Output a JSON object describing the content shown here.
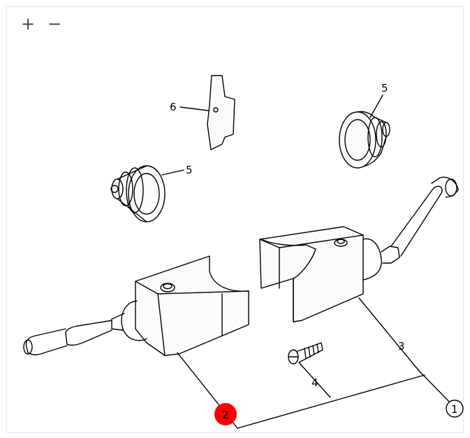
{
  "controls": {
    "zoom_in_label": "+",
    "zoom_out_label": "−"
  },
  "callouts": {
    "item_1": "1",
    "item_2": "2",
    "item_3": "3",
    "item_4": "4",
    "item_5a": "5",
    "item_5b": "5",
    "item_6": "6"
  },
  "colors": {
    "highlight": "#ff0000",
    "part_fill": "#fafafa",
    "line": "#000000"
  }
}
